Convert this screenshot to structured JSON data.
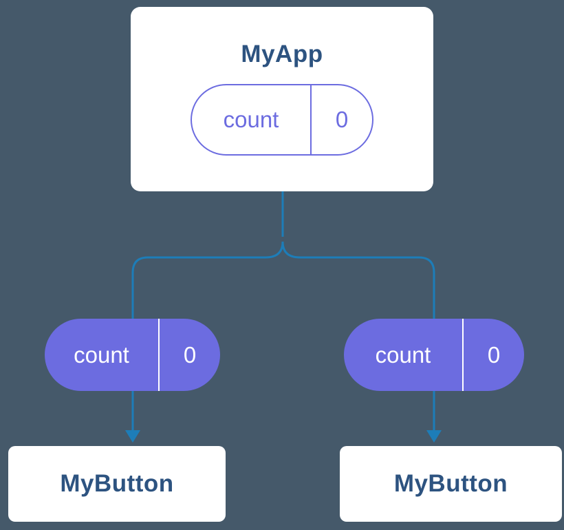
{
  "diagram": {
    "colors": {
      "background": "#45596a",
      "card_background": "#ffffff",
      "title_text": "#2d5380",
      "accent_purple": "#6c6ce0",
      "connector_blue": "#1d7db8"
    },
    "root": {
      "title": "MyApp",
      "state": {
        "label": "count",
        "value": "0"
      }
    },
    "children": [
      {
        "prop": {
          "label": "count",
          "value": "0"
        },
        "title": "MyButton"
      },
      {
        "prop": {
          "label": "count",
          "value": "0"
        },
        "title": "MyButton"
      }
    ]
  }
}
